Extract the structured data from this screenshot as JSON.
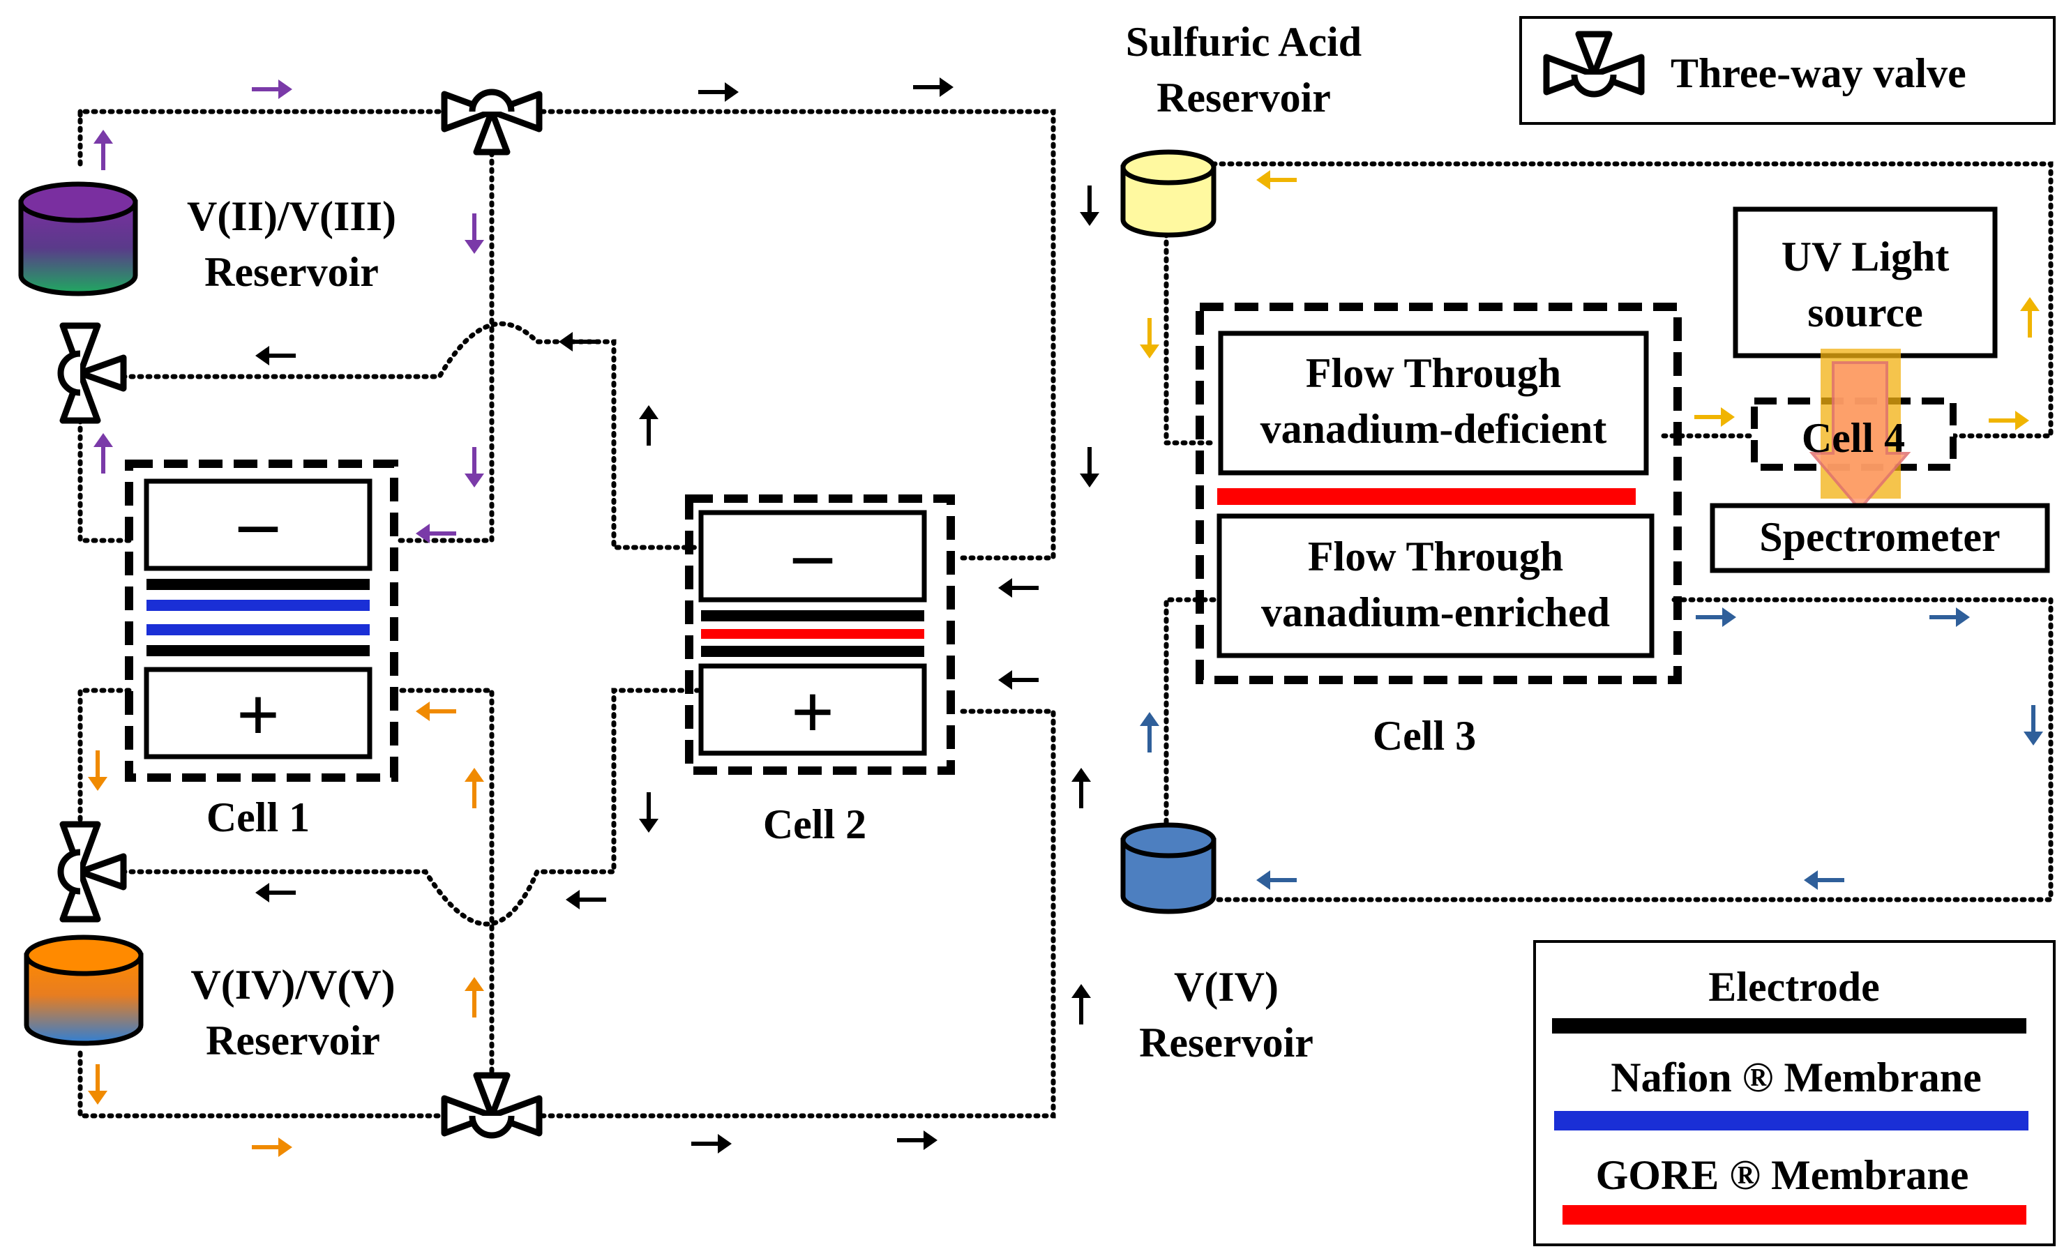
{
  "legend_valve": {
    "label": "Three-way valve"
  },
  "legend_materials": {
    "items": [
      {
        "label": "Electrode",
        "color": "#000000"
      },
      {
        "label": "Nafion ® Membrane",
        "color": "#1a2fd6"
      },
      {
        "label": "GORE ® Membrane",
        "color": "#ff0000"
      }
    ]
  },
  "reservoirs": {
    "v2v3": {
      "line1": "V(II)/V(III)",
      "line2": "Reservoir"
    },
    "v4v5": {
      "line1": "V(IV)/V(V)",
      "line2": "Reservoir"
    },
    "sulfuric": {
      "line1": "Sulfuric  Acid",
      "line2": "Reservoir"
    },
    "v4": {
      "line1": "V(IV)",
      "line2": "Reservoir"
    }
  },
  "cells": {
    "cell1": {
      "label": "Cell 1",
      "neg": "–",
      "pos": "+"
    },
    "cell2": {
      "label": "Cell 2",
      "neg": "–",
      "pos": "+"
    },
    "cell3": {
      "label": "Cell 3",
      "top_line1": "Flow Through",
      "top_line2": "vanadium-deficient",
      "bottom_line1": "Flow Through",
      "bottom_line2": "vanadium-enriched"
    },
    "cell4": {
      "label": "Cell  4"
    }
  },
  "uv_source": {
    "line1": "UV Light",
    "line2": "source"
  },
  "spectrometer": {
    "label": "Spectrometer"
  },
  "colors": {
    "purple_arrow": "#7a3aa8",
    "orange_arrow": "#f08a00",
    "yellow_arrow": "#f0b400",
    "blue_arrow": "#2f5f9a",
    "black_arrow": "#000000"
  }
}
